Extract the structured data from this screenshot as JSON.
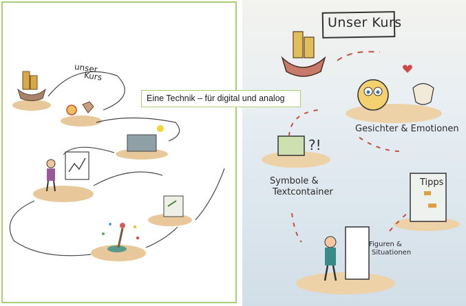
{
  "left": {
    "label_top": "unser",
    "label_bottom": "Kurs"
  },
  "caption": "Eine Technik – für digital und analog",
  "right": {
    "title": "Unser Kurs",
    "labels": {
      "faces": "Gesichter & Emotionen",
      "symbols_line1": "Symbole &",
      "symbols_line2": "Textcontainer",
      "tips": "Tipps",
      "figures_line1": "Figuren &",
      "figures_line2": "Situationen"
    }
  },
  "colors": {
    "frame_green": "#a9cf73",
    "sand": "#e8c89a",
    "ink": "#2a2a2a",
    "paper_blue": "#d8e4ec"
  }
}
